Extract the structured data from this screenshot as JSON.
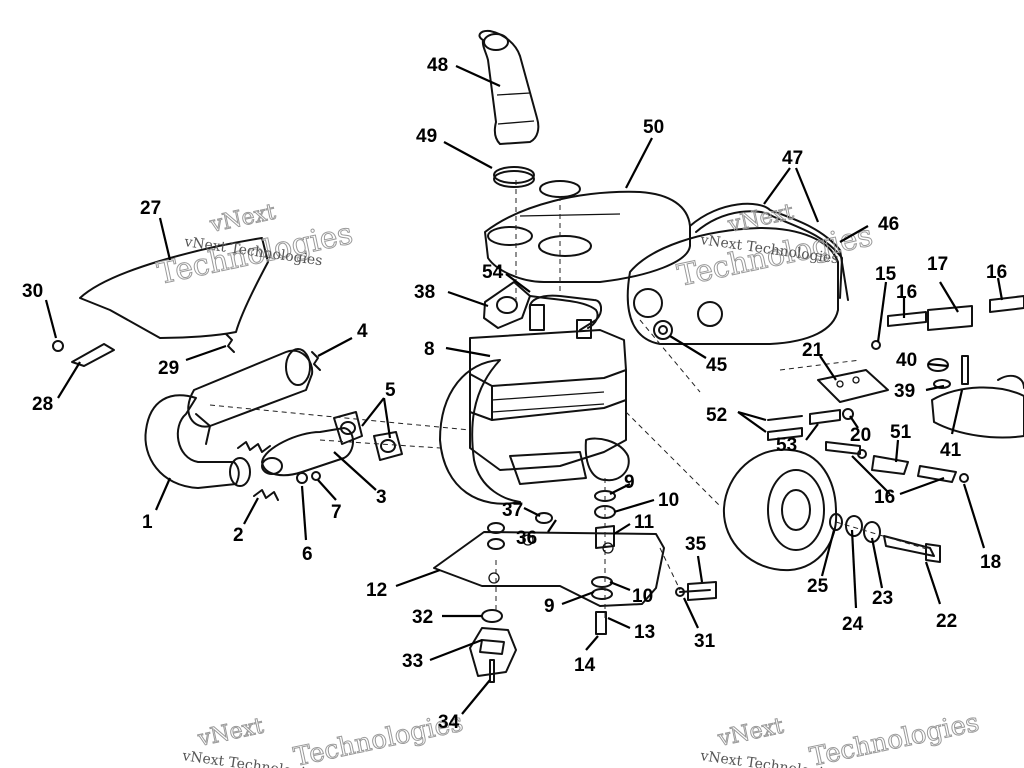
{
  "diagram": {
    "watermark_big": "Technologies",
    "watermark_top": "vNext",
    "watermark_small": "vNext Technologies",
    "callouts": [
      "1",
      "2",
      "3",
      "4",
      "5",
      "6",
      "7",
      "8",
      "9",
      "10",
      "11",
      "12",
      "13",
      "14",
      "15",
      "16",
      "17",
      "18",
      "20",
      "21",
      "22",
      "23",
      "24",
      "25",
      "27",
      "28",
      "29",
      "30",
      "31",
      "32",
      "33",
      "34",
      "35",
      "36",
      "37",
      "38",
      "39",
      "40",
      "41",
      "45",
      "46",
      "47",
      "48",
      "49",
      "50",
      "51",
      "52",
      "53",
      "54"
    ]
  }
}
